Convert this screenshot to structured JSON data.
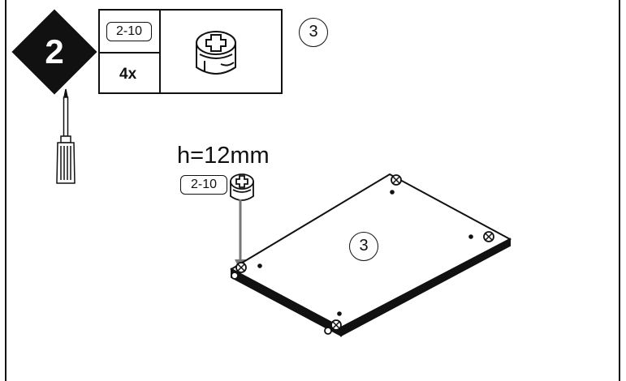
{
  "step": {
    "number": "2"
  },
  "parts": {
    "code": "2-10",
    "quantity": "4x",
    "part_icon": "cam-lock-bolt-icon",
    "ref_number": "3"
  },
  "tool": {
    "icon": "screwdriver-icon"
  },
  "detail": {
    "height_label": "h=12mm",
    "code": "2-10"
  },
  "panel": {
    "number": "3"
  },
  "colors": {
    "line": "#111111",
    "arrow": "#777777",
    "background": "#ffffff"
  }
}
